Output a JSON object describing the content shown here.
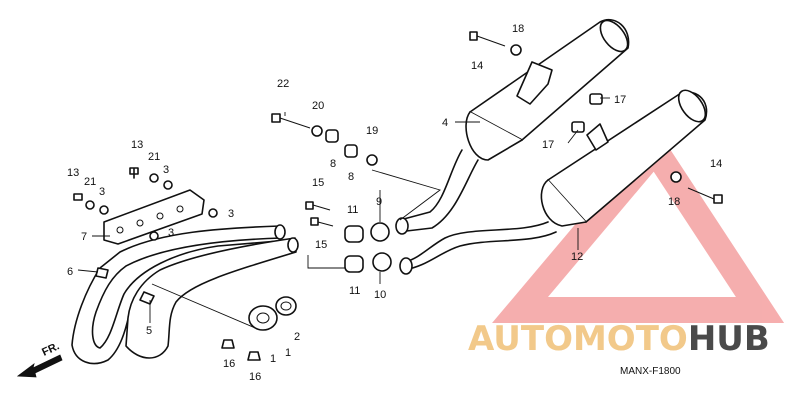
{
  "diagram": {
    "code": "MANX-F1800",
    "direction_label": "FR.",
    "callouts": [
      {
        "id": "c-1a",
        "text": "1"
      },
      {
        "id": "c-1b",
        "text": "1"
      },
      {
        "id": "c-2",
        "text": "2"
      },
      {
        "id": "c-3a",
        "text": "3"
      },
      {
        "id": "c-3b",
        "text": "3"
      },
      {
        "id": "c-3c",
        "text": "3"
      },
      {
        "id": "c-3d",
        "text": "3"
      },
      {
        "id": "c-4",
        "text": "4"
      },
      {
        "id": "c-5",
        "text": "5"
      },
      {
        "id": "c-6",
        "text": "6"
      },
      {
        "id": "c-7",
        "text": "7"
      },
      {
        "id": "c-8a",
        "text": "8"
      },
      {
        "id": "c-8b",
        "text": "8"
      },
      {
        "id": "c-9",
        "text": "9"
      },
      {
        "id": "c-10",
        "text": "10"
      },
      {
        "id": "c-11a",
        "text": "11"
      },
      {
        "id": "c-11b",
        "text": "11"
      },
      {
        "id": "c-12",
        "text": "12"
      },
      {
        "id": "c-13a",
        "text": "13"
      },
      {
        "id": "c-13b",
        "text": "13"
      },
      {
        "id": "c-14a",
        "text": "14"
      },
      {
        "id": "c-14b",
        "text": "14"
      },
      {
        "id": "c-15a",
        "text": "15"
      },
      {
        "id": "c-15b",
        "text": "15"
      },
      {
        "id": "c-16a",
        "text": "16"
      },
      {
        "id": "c-16b",
        "text": "16"
      },
      {
        "id": "c-17a",
        "text": "17"
      },
      {
        "id": "c-17b",
        "text": "17"
      },
      {
        "id": "c-18a",
        "text": "18"
      },
      {
        "id": "c-18b",
        "text": "18"
      },
      {
        "id": "c-19",
        "text": "19"
      },
      {
        "id": "c-20",
        "text": "20"
      },
      {
        "id": "c-21a",
        "text": "21"
      },
      {
        "id": "c-21b",
        "text": "21"
      },
      {
        "id": "c-22",
        "text": "22"
      }
    ]
  },
  "watermark": {
    "word_1": "AUTOMOTO",
    "word_2": "HUB",
    "color_primary": "#f4a0a0",
    "color_secondary": "#f2c98a",
    "color_dark": "#4a4a4a"
  }
}
